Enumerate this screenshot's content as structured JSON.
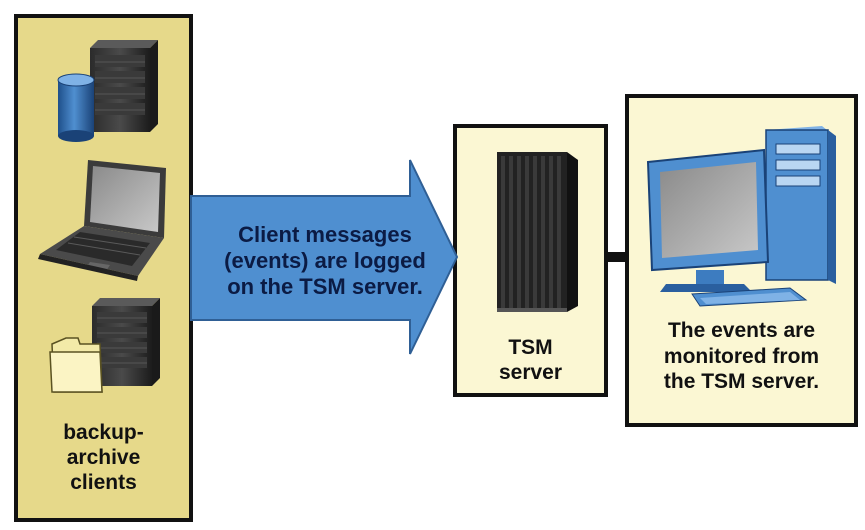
{
  "clients": {
    "label": "backup-\narchive\nclients",
    "icons": [
      "server-with-database-icon",
      "laptop-icon",
      "server-with-folder-icon"
    ]
  },
  "arrow": {
    "label": "Client messages\n(events) are logged\non the TSM server."
  },
  "tsm_server": {
    "label": "TSM\nserver",
    "icon": "server-tower-icon"
  },
  "monitor": {
    "label": "The events are\nmonitored from\nthe TSM server.",
    "icon": "desktop-computer-icon"
  },
  "colors": {
    "clients_panel": "#e6d98a",
    "server_panels": "#fbf7d3",
    "arrow_fill": "#4f8fd0",
    "connector": "#111111"
  }
}
